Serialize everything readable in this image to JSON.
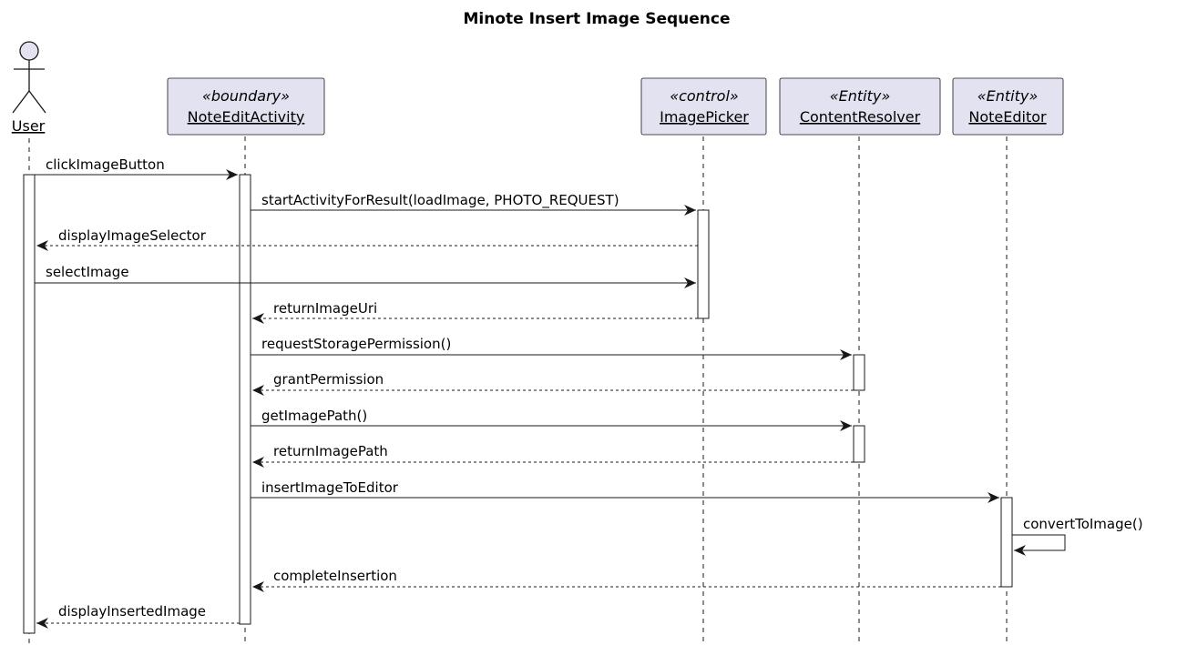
{
  "diagram": {
    "title": "Minote Insert Image Sequence",
    "colors": {
      "participant_fill": "#E2E2F0",
      "participant_border": "#181818",
      "actor_fill": "#E2E2F0",
      "line": "#181818",
      "lifeline": "#181818"
    },
    "actor": {
      "name": "User"
    },
    "participants": [
      {
        "id": "note_edit_activity",
        "stereotype": "«boundary»",
        "name": "NoteEditActivity"
      },
      {
        "id": "image_picker",
        "stereotype": "«control»",
        "name": "ImagePicker"
      },
      {
        "id": "content_resolver",
        "stereotype": "«Entity»",
        "name": "ContentResolver"
      },
      {
        "id": "note_editor",
        "stereotype": "«Entity»",
        "name": "NoteEditor"
      }
    ],
    "messages": [
      {
        "from": "user",
        "to": "note_edit_activity",
        "label": "clickImageButton",
        "kind": "sync"
      },
      {
        "from": "note_edit_activity",
        "to": "image_picker",
        "label": "startActivityForResult(loadImage, PHOTO_REQUEST)",
        "kind": "sync"
      },
      {
        "from": "image_picker",
        "to": "user",
        "label": "displayImageSelector",
        "kind": "return"
      },
      {
        "from": "user",
        "to": "image_picker",
        "label": "selectImage",
        "kind": "sync"
      },
      {
        "from": "image_picker",
        "to": "note_edit_activity",
        "label": "returnImageUri",
        "kind": "return"
      },
      {
        "from": "note_edit_activity",
        "to": "content_resolver",
        "label": "requestStoragePermission()",
        "kind": "sync"
      },
      {
        "from": "content_resolver",
        "to": "note_edit_activity",
        "label": "grantPermission",
        "kind": "return"
      },
      {
        "from": "note_edit_activity",
        "to": "content_resolver",
        "label": "getImagePath()",
        "kind": "sync"
      },
      {
        "from": "content_resolver",
        "to": "note_edit_activity",
        "label": "returnImagePath",
        "kind": "return"
      },
      {
        "from": "note_edit_activity",
        "to": "note_editor",
        "label": "insertImageToEditor",
        "kind": "sync"
      },
      {
        "from": "note_editor",
        "to": "note_editor",
        "label": "convertToImage()",
        "kind": "self"
      },
      {
        "from": "note_editor",
        "to": "note_edit_activity",
        "label": "completeInsertion",
        "kind": "return"
      },
      {
        "from": "note_edit_activity",
        "to": "user",
        "label": "displayInsertedImage",
        "kind": "return"
      }
    ]
  }
}
